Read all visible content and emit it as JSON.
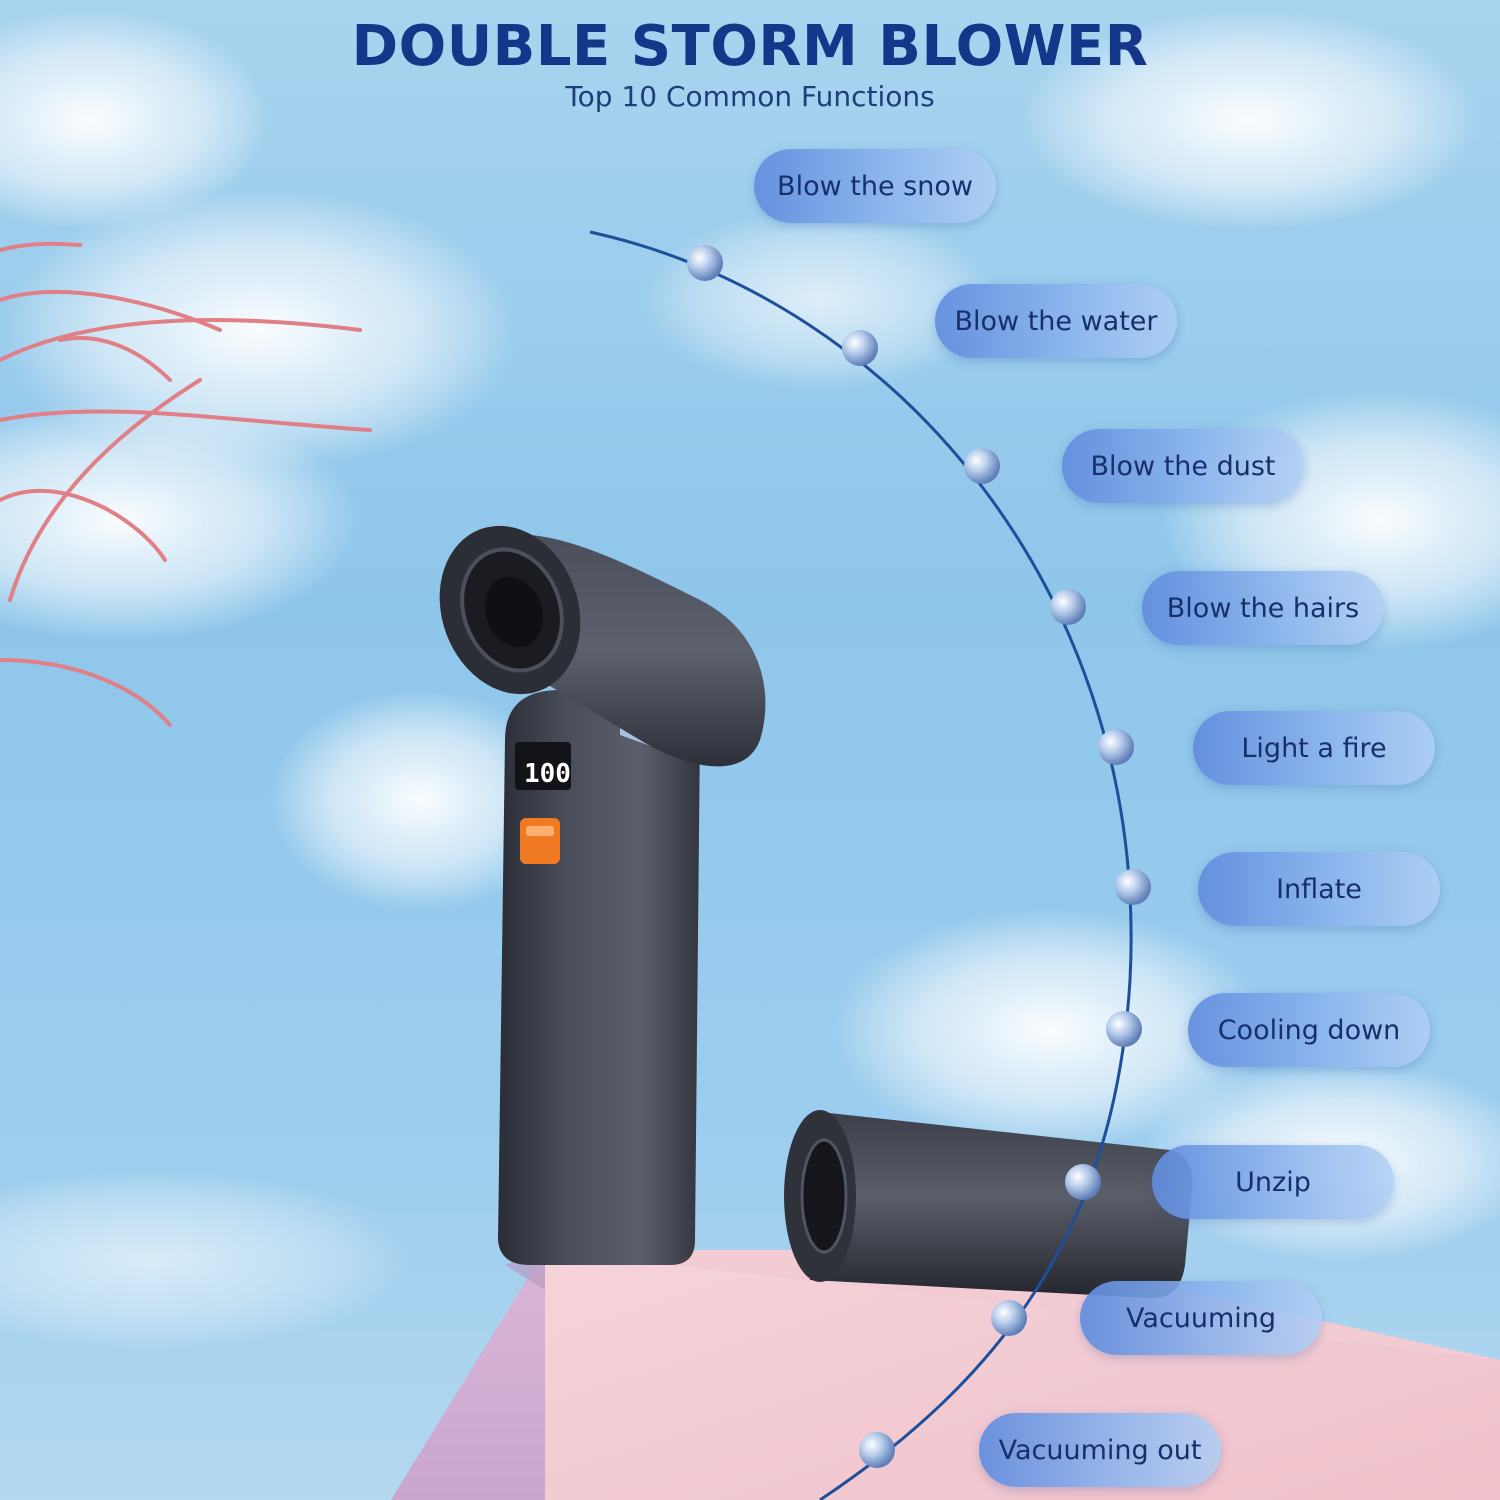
{
  "header": {
    "title": "DOUBLE STORM BLOWER",
    "subtitle": "Top 10 Common Functions"
  },
  "display": {
    "battery_readout": "100"
  },
  "functions": [
    "Blow the snow",
    "Blow the water",
    "Blow the dust",
    "Blow the hairs",
    "Light a fire",
    "Inflate",
    "Cooling down",
    "Unzip",
    "Vacuuming",
    "Vacuuming out"
  ],
  "colors": {
    "title": "#14378a",
    "arc": "#1d4f9a",
    "pill": "#7fa8e6",
    "device_body": "#3a3d47",
    "power_button": "#f07a22",
    "pedestal": "#f2c6cf"
  }
}
